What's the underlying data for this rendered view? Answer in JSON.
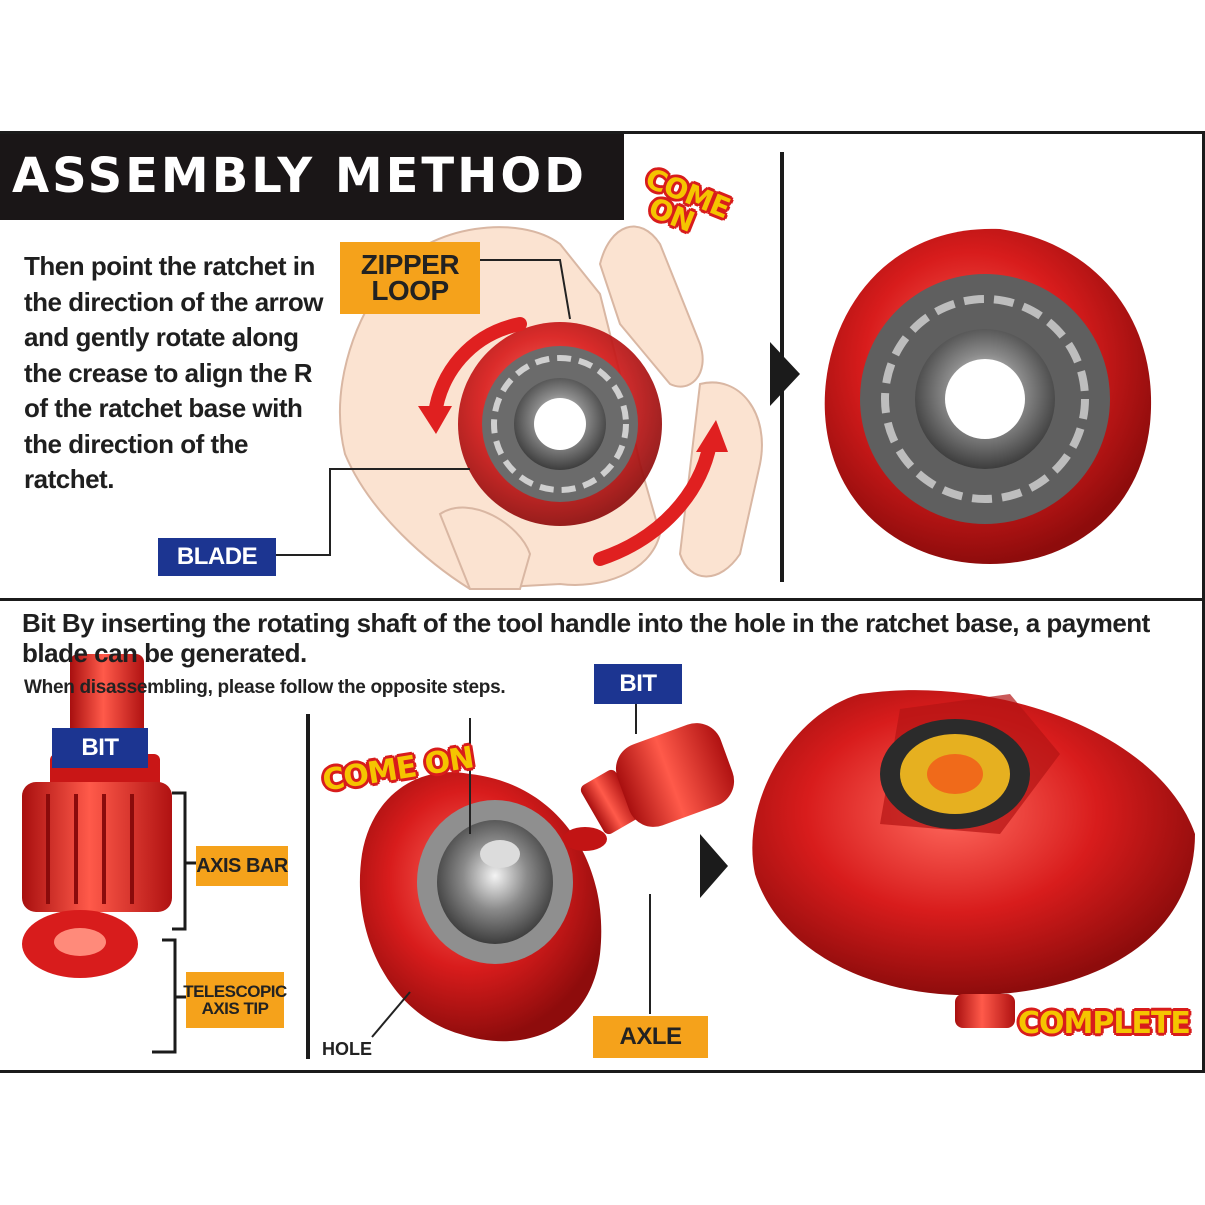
{
  "header": {
    "title": "ASSEMBLY METHOD"
  },
  "step1": {
    "instruction_lines": [
      "Then point the ratchet in",
      "the direction of the arrow",
      "and gently rotate along",
      "the crease to align the R",
      "of the ratchet base with",
      "the direction of the",
      "ratchet."
    ],
    "zipper_loop_label": [
      "ZIPPER",
      "LOOP"
    ],
    "blade_label": "BLADE",
    "come_on_label": [
      "COME",
      "ON"
    ]
  },
  "step2": {
    "instruction_lines": [
      "Bit By inserting the rotating shaft of the tool handle into the hole in the ratchet base, a payment",
      "blade can be generated."
    ],
    "disassemble_note": "When disassembling, please follow the opposite steps.",
    "bit_label_left": "BIT",
    "axis_bar_label": "AXIS BAR",
    "telescopic_label": [
      "TELESCOPIC",
      "AXIS TIP"
    ],
    "come_on_label": "COME ON",
    "hole_label": "HOLE",
    "bit_label_mid": "BIT",
    "axle_label": "AXLE",
    "complete_label": "COMPLETE"
  },
  "colors": {
    "part_red": "#d81c1c",
    "label_orange": "#f5a21b",
    "label_blue": "#1c3591",
    "title_bar": "#1a1617"
  }
}
